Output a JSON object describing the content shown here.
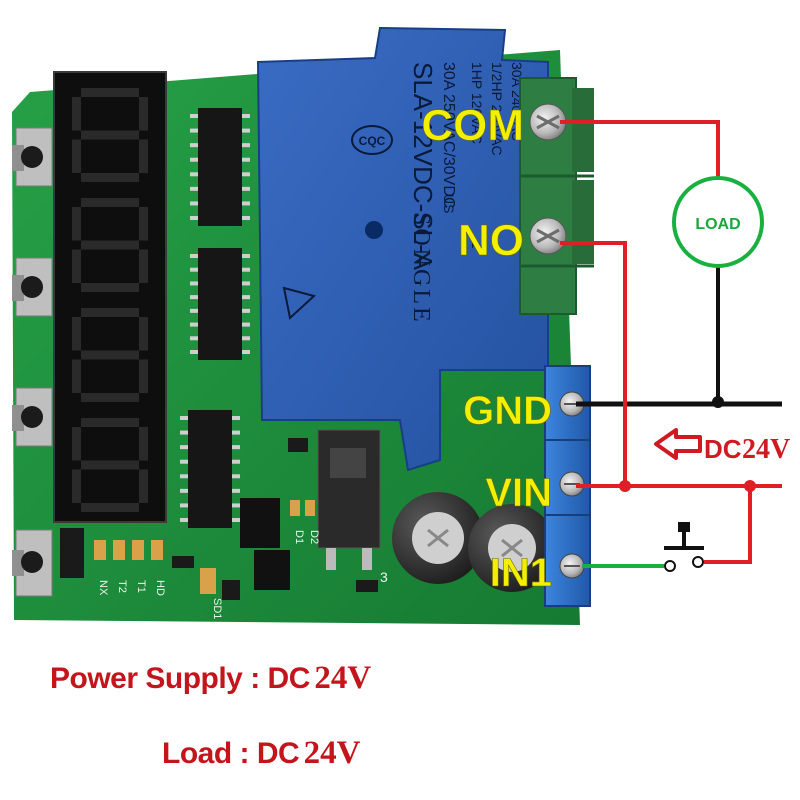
{
  "relay": {
    "model": "SLA-12VDC-SL-A",
    "rating_1": "30A 250VAC/30VDC",
    "rating_2": "1HP 120VAC",
    "rating_3": "1/2HP 240VAC",
    "rating_4": "30A 240VAC",
    "cqc": "CQC",
    "brand": "SONGLE",
    "us": "US",
    "pin": "1"
  },
  "terminals": {
    "com": "COM",
    "no": "NO",
    "gnd": "GND",
    "vin": "VIN",
    "in1": "IN1"
  },
  "load_label": "LOAD",
  "dc_arrow": {
    "prefix": "DC",
    "value": "24V"
  },
  "pcb_silk": {
    "nx": "NX",
    "t2": "T2",
    "t1": "T1",
    "hd": "HD",
    "d1": "D1",
    "d2": "D2",
    "sd1": "SD1",
    "c3": "3"
  },
  "captions": {
    "supply_key": "Power Supply : DC",
    "supply_value": "24V",
    "load_key": "Load : DC",
    "load_value": "24V"
  },
  "colors": {
    "pcb": "#1f8a3b",
    "relay": "#2f5cb0",
    "terminal_blue": "#2b6fc9",
    "terminal_green": "#2e7e43",
    "wire_red": "#e01e26",
    "wire_green": "#19b040",
    "label_yellow": "#f2f000",
    "caption_red": "#c3151c"
  }
}
